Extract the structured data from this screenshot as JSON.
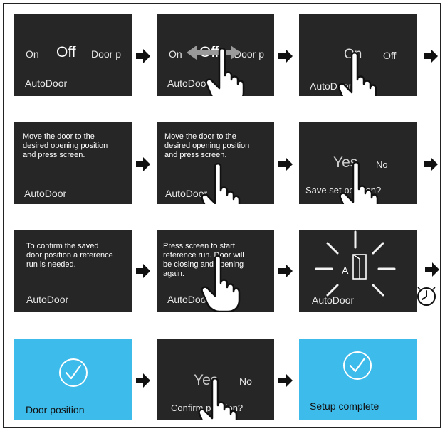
{
  "row1": {
    "p1": {
      "on": "On",
      "off": "Off",
      "door": "Door p",
      "title": "AutoDoor"
    },
    "p2": {
      "on": "On",
      "off": "Off",
      "door": "Door p",
      "title": "AutoDoor"
    },
    "p3": {
      "on": "On",
      "off": "Off",
      "title": "AutoDoor"
    }
  },
  "row2": {
    "p1": {
      "line1": "Move the door to the",
      "line2": "desired opening position",
      "line3": "and press screen.",
      "title": "AutoDoor"
    },
    "p2": {
      "line1": "Move the door to the",
      "line2": "desired opening position",
      "line3": "and press screen.",
      "title": "AutoDoor"
    },
    "p3": {
      "yes": "Yes",
      "no": "No",
      "question": "Save set position?"
    }
  },
  "row3": {
    "p1": {
      "line1": "To confirm the saved",
      "line2": "door position a reference",
      "line3": "run is needed.",
      "title": "AutoDoor"
    },
    "p2": {
      "line1": "Press screen to start",
      "line2": "reference run. Door will",
      "line3": "be closing and opening",
      "line4": "again.",
      "title": "AutoDoor"
    },
    "p3": {
      "letter": "A",
      "title": "AutoDoor"
    }
  },
  "row4": {
    "p1": {
      "title": "Door position"
    },
    "p2": {
      "yes": "Yes",
      "no": "No",
      "question": "Confirm position?"
    },
    "p3": {
      "title": "Setup complete"
    }
  },
  "colors": {
    "panel": "#262626",
    "blue": "#3dbbea",
    "arrow": "#111111",
    "swipe": "#9a9a9a"
  },
  "icons": [
    "arrow-right-icon",
    "hand-pointer-icon",
    "swipe-arrow-icon",
    "check-circle-icon",
    "clock-icon",
    "door-icon",
    "loading-rays-icon"
  ]
}
